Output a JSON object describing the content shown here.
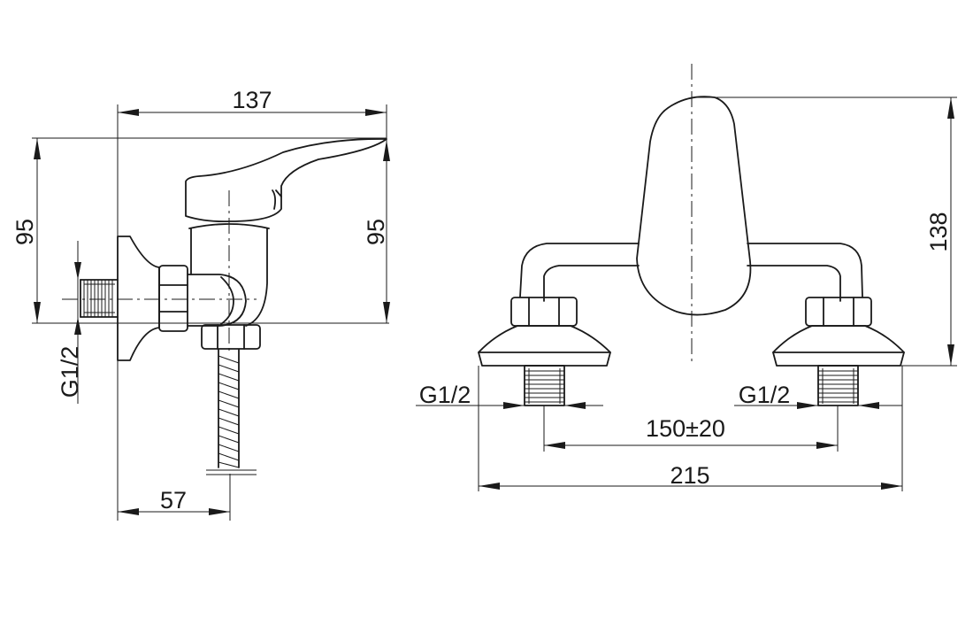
{
  "side_view": {
    "width_label": "137",
    "height_left_label": "95",
    "height_right_label": "95",
    "thread_label": "G1/2",
    "depth_label": "57"
  },
  "front_view": {
    "height_label": "138",
    "thread_left_label": "G1/2",
    "thread_right_label": "G1/2",
    "spacing_label": "150±20",
    "total_width_label": "215"
  }
}
